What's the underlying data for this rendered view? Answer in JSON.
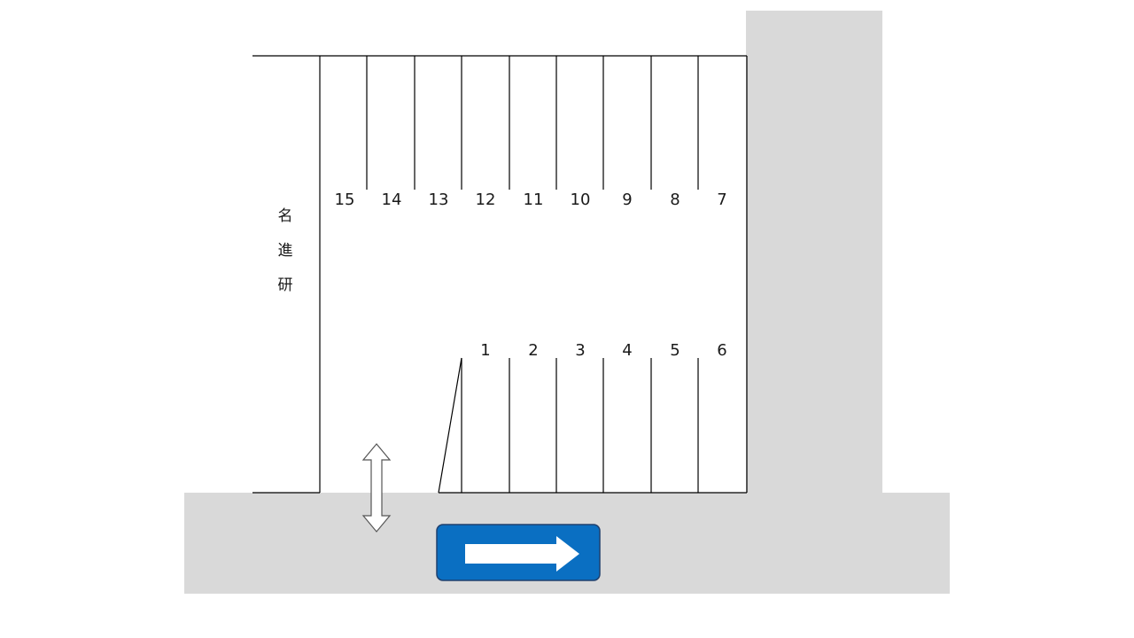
{
  "building_label": [
    "名",
    "進",
    "研"
  ],
  "top_row_slots": [
    "15",
    "14",
    "13",
    "12",
    "11",
    "10",
    "9",
    "8",
    "7"
  ],
  "bottom_row_slots": [
    "1",
    "2",
    "3",
    "4",
    "5",
    "6"
  ],
  "icons": {
    "entrance": "double-headed-arrow-icon",
    "one_way_sign": "one-way-arrow-sign-icon"
  },
  "colors": {
    "road": "#d9d9d9",
    "sign_blue": "#0a6fc2",
    "sign_border": "#20406e",
    "lines": "#000000"
  }
}
